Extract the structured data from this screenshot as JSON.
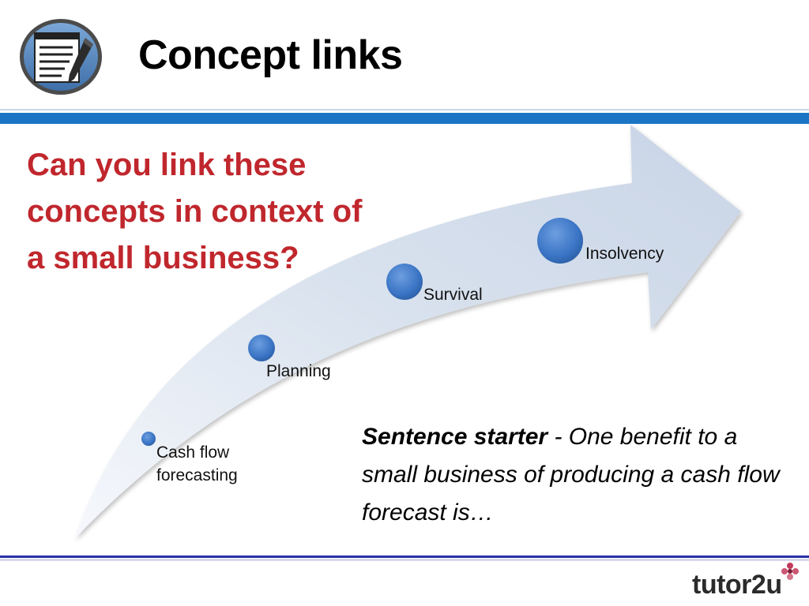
{
  "header": {
    "title": "Concept links",
    "icon": "notepad-pencil-icon"
  },
  "question": "Can you link these concepts in context of a small business?",
  "arrow": {
    "nodes": [
      {
        "label": "Cash flow",
        "label_line2": "forecasting"
      },
      {
        "label": "Planning"
      },
      {
        "label": "Survival"
      },
      {
        "label": "Insolvency"
      }
    ]
  },
  "sentence_starter": {
    "lead": "Sentence starter",
    "text": " - One benefit to a small business of producing a cash flow forecast is…"
  },
  "footer": {
    "brand_text": "tutor",
    "brand_accent": "2u",
    "brand_mark_icon": "flower-logo-icon"
  },
  "colors": {
    "title_rule": "#1a76c4",
    "question_text": "#c0272d",
    "arrow_fill": "#d3ddeb",
    "node_fill": "#3c78c8",
    "bottom_rule": "#2b2fa8"
  }
}
